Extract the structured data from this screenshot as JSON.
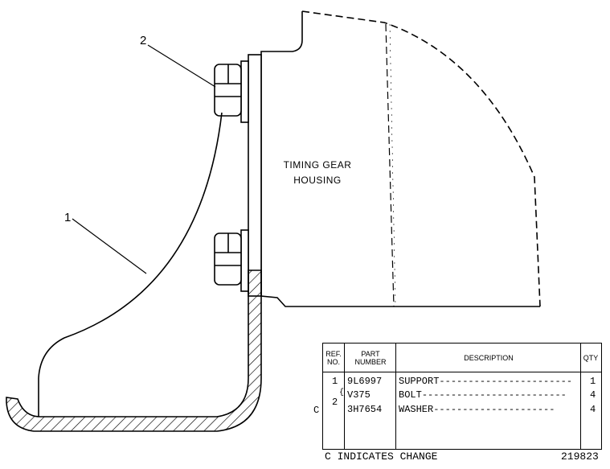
{
  "callouts": {
    "item1": "1",
    "item2": "2"
  },
  "housing_label": {
    "line1": "TIMING GEAR",
    "line2": "HOUSING"
  },
  "parts_table": {
    "headers": {
      "ref_no": "REF. NO.",
      "part_number": "PART NUMBER",
      "description": "DESCRIPTION",
      "qty": "QTY"
    },
    "rows": [
      {
        "ref": "1",
        "part": "9L6997",
        "description": "SUPPORT",
        "qty": "1"
      },
      {
        "ref": "2",
        "part": "V375",
        "description": "BOLT",
        "qty": "4"
      },
      {
        "ref": "",
        "part": "3H7654",
        "description": "WASHER",
        "qty": "4"
      }
    ],
    "change_marker": "C"
  },
  "footer": {
    "note": "C INDICATES CHANGE",
    "drawing_number": "219823"
  }
}
